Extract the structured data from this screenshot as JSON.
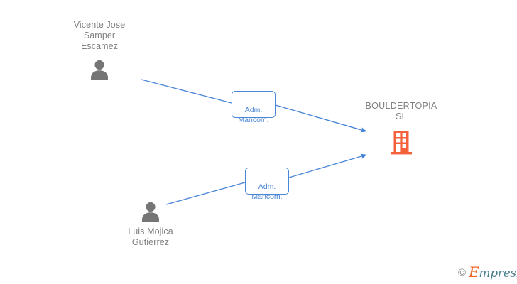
{
  "diagram": {
    "type": "corporate-relationship-graph",
    "background_color": "#ffffff",
    "edge_color": "#4a86d8",
    "node_text_color": "#808080",
    "company_icon_color": "#f4613a",
    "person_icon_color": "#757575"
  },
  "persons": [
    {
      "id": "person-1",
      "name": "Vicente Jose\nSamper\nEscamez",
      "icon": "person-icon"
    },
    {
      "id": "person-2",
      "name": "Luis Mojica\nGutierrez",
      "icon": "person-icon"
    }
  ],
  "company": {
    "id": "company-node",
    "name": "BOULDERTOPIA\nSL",
    "icon": "building-icon"
  },
  "relations": [
    {
      "id": "rel-1",
      "label": "Adm.\nMancom.",
      "from": "person-1",
      "to": "company-node"
    },
    {
      "id": "rel-2",
      "label": "Adm.\nMancom.",
      "from": "person-2",
      "to": "company-node"
    }
  ],
  "watermark": {
    "copyright": "©",
    "brand_first_letter": "E",
    "brand_rest": "mpresia"
  }
}
